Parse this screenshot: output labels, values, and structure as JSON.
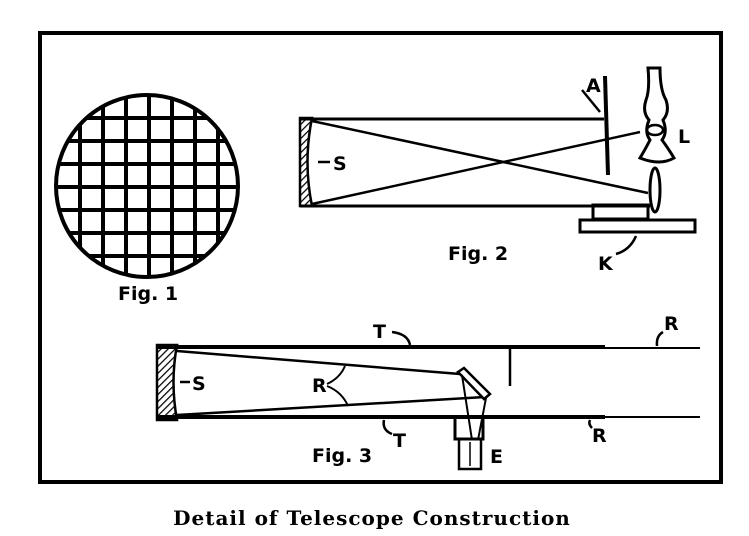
{
  "caption": "Detail of Telescope Construction",
  "figures": {
    "fig1": {
      "label": "Fig. 1"
    },
    "fig2": {
      "label": "Fig. 2",
      "parts": {
        "a": "A",
        "s": "S",
        "l": "L",
        "k": "K"
      }
    },
    "fig3": {
      "label": "Fig. 3",
      "parts": {
        "t_top": "T",
        "t_bottom": "T",
        "r_rays": "R",
        "s": "S",
        "r_top": "R",
        "r_bottom": "R",
        "e": "E"
      }
    }
  },
  "colors": {
    "ink": "#000000",
    "paper": "#ffffff"
  }
}
